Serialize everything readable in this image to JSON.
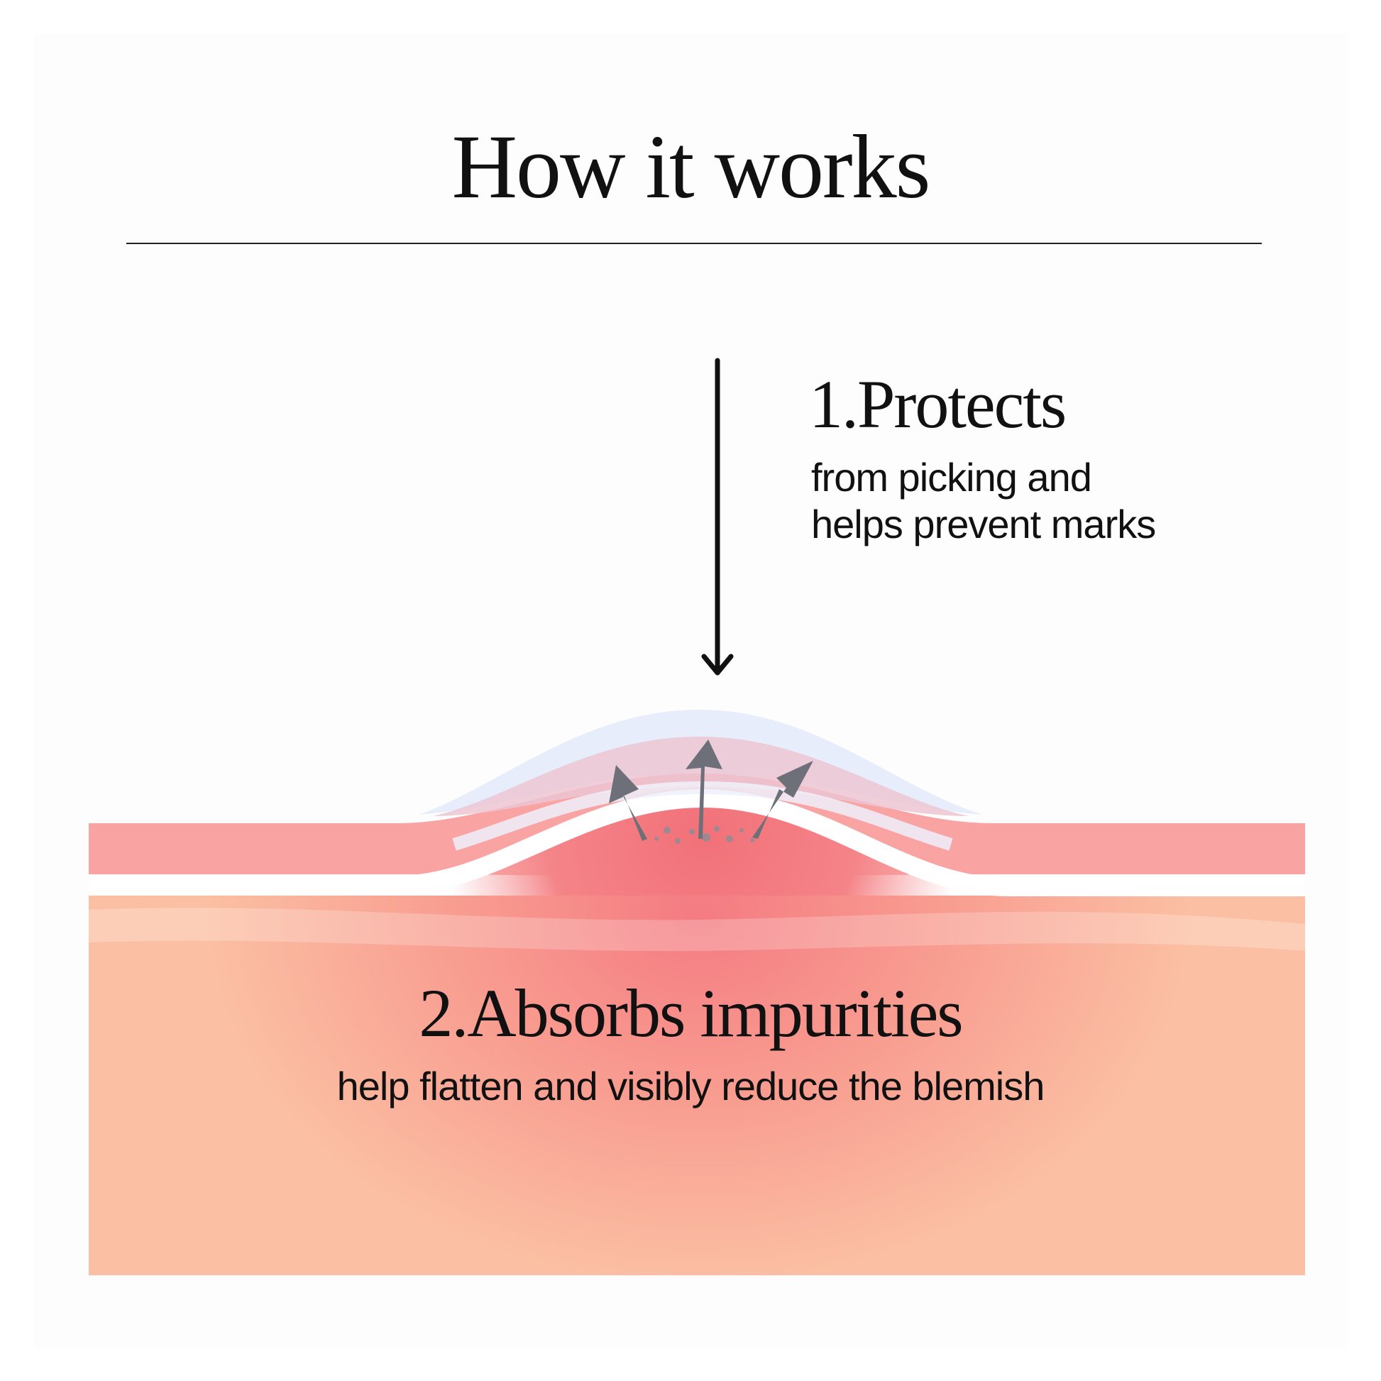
{
  "title": "How it works",
  "steps": [
    {
      "heading": "1.Protects",
      "description": [
        "from picking and",
        "helps prevent marks"
      ]
    },
    {
      "heading": "2.Absorbs impurities",
      "description": "help flatten and visibly reduce the blemish"
    }
  ],
  "colors": {
    "text": "#111111",
    "epidermis": "#f9a3a3",
    "dermis": "#fbbfa2",
    "inflammation": "#f27a80",
    "patch": "#e6ecfb",
    "impurity_arrows": "#6e7079"
  },
  "icons": {
    "pressure_arrow": "arrow-down-icon",
    "impurity_arrows": "arrow-up-icon"
  }
}
